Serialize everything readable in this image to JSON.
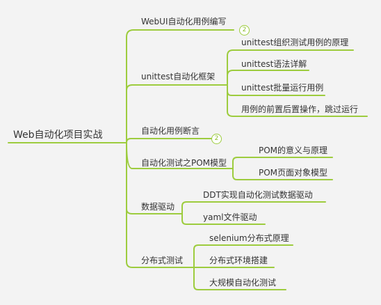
{
  "root": "Web自动化项目实战",
  "branches": {
    "b1": {
      "label": "WebUI自动化用例编写",
      "badge": "2"
    },
    "b2": {
      "label": "unittest自动化框架",
      "children": [
        "unittest组织测试用例的原理",
        "unittest语法详解",
        "unittest批量运行用例",
        "用例的前置后置操作，跳过运行"
      ]
    },
    "b3": {
      "label": "自动化用例断言",
      "badge": "2"
    },
    "b4": {
      "label": "自动化测试之POM模型",
      "children": [
        "POM的意义与原理",
        "POM页面对象模型"
      ]
    },
    "b5": {
      "label": "数据驱动",
      "children": [
        "DDT实现自动化测试数据驱动",
        "yaml文件驱动"
      ]
    },
    "b6": {
      "label": "分布式测试",
      "children": [
        "selenium分布式原理",
        "分布式环境搭建",
        "大规模自动化测试"
      ]
    }
  },
  "colors": {
    "line": "#9dcc3e",
    "text": "#333333",
    "background": "#f3f3f3"
  }
}
